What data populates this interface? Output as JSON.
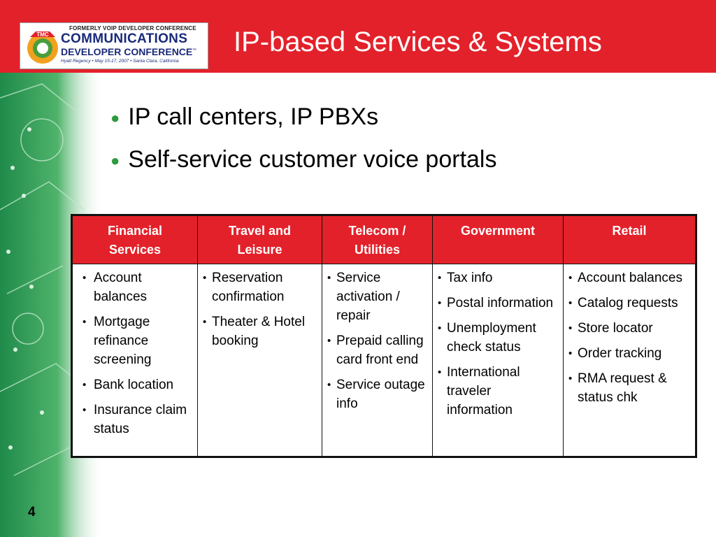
{
  "logo": {
    "top_line": "FORMERLY VOIP DEVELOPER CONFERENCE",
    "line1": "COMMUNICATIONS",
    "line2": "DEVELOPER CONFERENCE",
    "tm": "™",
    "details": "Hyatt Regency • May 15-17, 2007 • Santa Clara, California",
    "emblem_text": "TMC"
  },
  "slide": {
    "title": "IP-based Services & Systems",
    "bullets": [
      "IP call centers, IP PBXs",
      "Self-service customer voice portals"
    ],
    "page_number": "4"
  },
  "table": {
    "headers": [
      [
        "Financial",
        "Services"
      ],
      [
        "Travel and",
        "Leisure"
      ],
      [
        "Telecom /",
        "Utilities"
      ],
      [
        "Government"
      ],
      [
        "Retail"
      ]
    ],
    "columns": [
      [
        "Account balances",
        "Mortgage refinance screening",
        "Bank location",
        "Insurance claim status"
      ],
      [
        "Reservation confirmation",
        "Theater & Hotel booking"
      ],
      [
        "Service activation / repair",
        "Prepaid calling card front end",
        "Service outage info"
      ],
      [
        "Tax info",
        "Postal information",
        "Unemployment check status",
        "International traveler information"
      ],
      [
        "Account balances",
        "Catalog requests",
        "Store locator",
        "Order tracking",
        "RMA request & status chk"
      ]
    ]
  },
  "colors": {
    "banner": "#e3212a",
    "accent_green": "#2d9b3e",
    "logo_blue": "#1a2a7a"
  }
}
